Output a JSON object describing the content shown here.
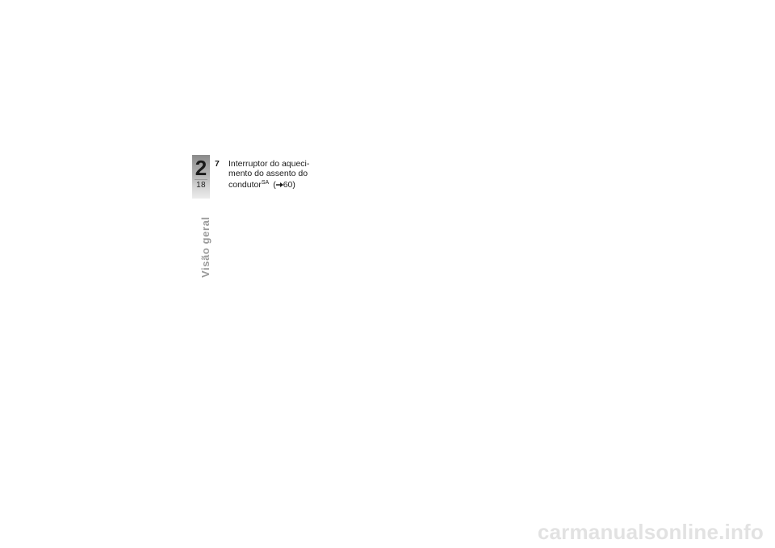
{
  "chapter": {
    "number": "2",
    "page_number": "18",
    "section_title": "Visão geral"
  },
  "item": {
    "number": "7",
    "line1": "Interruptor do aqueci-",
    "line2": "mento do assento do",
    "line3_text": "condutor",
    "line3_superscript": "SA",
    "reference_open": "(",
    "reference_page": "60)",
    "reference_icon": "arrow-right-icon"
  },
  "watermark": {
    "text": "carmanualsonline.info"
  }
}
